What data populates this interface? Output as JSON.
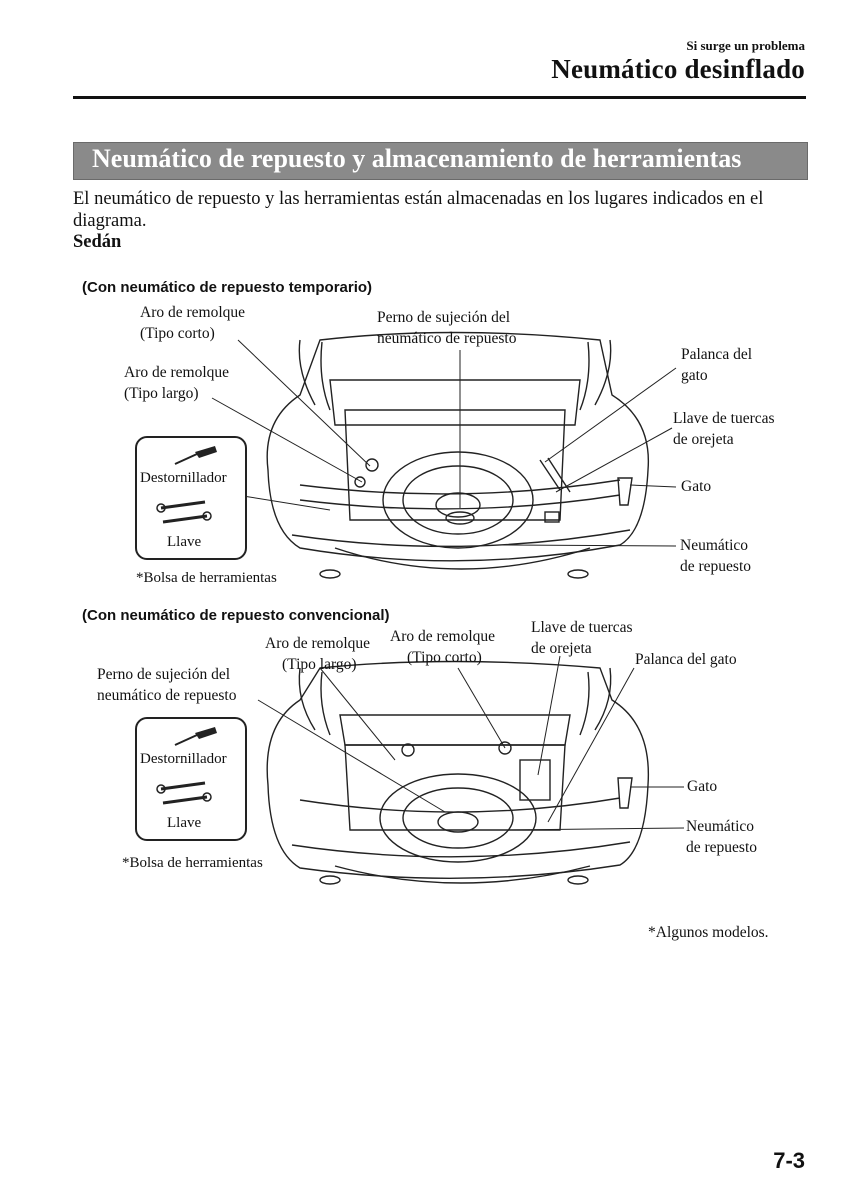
{
  "header": {
    "section": "Si surge un problema",
    "title": "Neumático desinflado"
  },
  "section_title": "Neumático de repuesto y almacenamiento de herramientas",
  "intro": "El neumático de repuesto y las herramientas están almacenadas en los lugares indicados en el diagrama.",
  "variant": "Sedán",
  "diagram1": {
    "subtitle": "(Con neumático de repuesto temporario)",
    "labels": {
      "tow_hook_short": [
        "Aro de remolque",
        "(Tipo corto)"
      ],
      "tow_hook_long": [
        "Aro de remolque",
        "(Tipo largo)"
      ],
      "spare_bolt": [
        "Perno de sujeción del",
        "neumático de repuesto"
      ],
      "jack_lever": [
        "Palanca del",
        "gato"
      ],
      "lug_wrench": [
        "Llave de tuercas",
        "de orejeta"
      ],
      "jack": "Gato",
      "spare_tire": [
        "Neumático",
        "de repuesto"
      ],
      "screwdriver": "Destornillador",
      "wrench": "Llave",
      "tool_bag": "Bolsa de herramientas"
    }
  },
  "diagram2": {
    "subtitle": "(Con neumático de repuesto convencional)",
    "labels": {
      "tow_hook_long": [
        "Aro de remolque",
        "(Tipo largo)"
      ],
      "tow_hook_short": [
        "Aro de remolque",
        "(Tipo corto)"
      ],
      "lug_wrench": [
        "Llave de tuercas",
        "de orejeta"
      ],
      "jack_lever": "Palanca del gato",
      "spare_bolt": [
        "Perno de sujeción del",
        "neumático de repuesto"
      ],
      "jack": "Gato",
      "spare_tire": [
        "Neumático",
        "de repuesto"
      ],
      "screwdriver": "Destornillador",
      "wrench": "Llave",
      "tool_bag": "Bolsa de herramientas"
    }
  },
  "footnote_marker": "*",
  "footnote": "Algunos modelos.",
  "page_number": "7-3"
}
